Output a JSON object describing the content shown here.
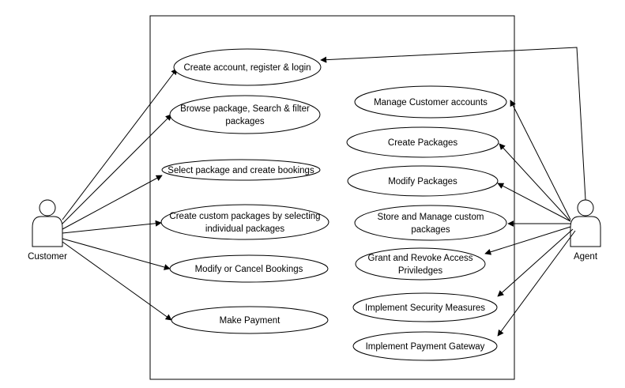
{
  "actors": {
    "customer": {
      "label": "Customer"
    },
    "agent": {
      "label": "Agent"
    }
  },
  "use_cases": {
    "create_account": [
      "Create account, register & login"
    ],
    "browse_packages": [
      "Browse package, Search & filter",
      "packages"
    ],
    "select_package": [
      "Select package and create bookings"
    ],
    "custom_packages": [
      "Create custom packages by selecting",
      "individual packages"
    ],
    "modify_cancel": [
      "Modify or Cancel Bookings"
    ],
    "make_payment": [
      "Make Payment"
    ],
    "manage_accounts": [
      "Manage Customer accounts"
    ],
    "create_packages": [
      "Create Packages"
    ],
    "modify_packages": [
      "Modify Packages"
    ],
    "store_custom": [
      "Store and Manage custom",
      "packages"
    ],
    "grant_revoke": [
      "Grant and Revoke Access",
      "Priviledges"
    ],
    "security": [
      "Implement Security Measures"
    ],
    "payment_gateway": [
      "Implement Payment Gateway"
    ]
  }
}
